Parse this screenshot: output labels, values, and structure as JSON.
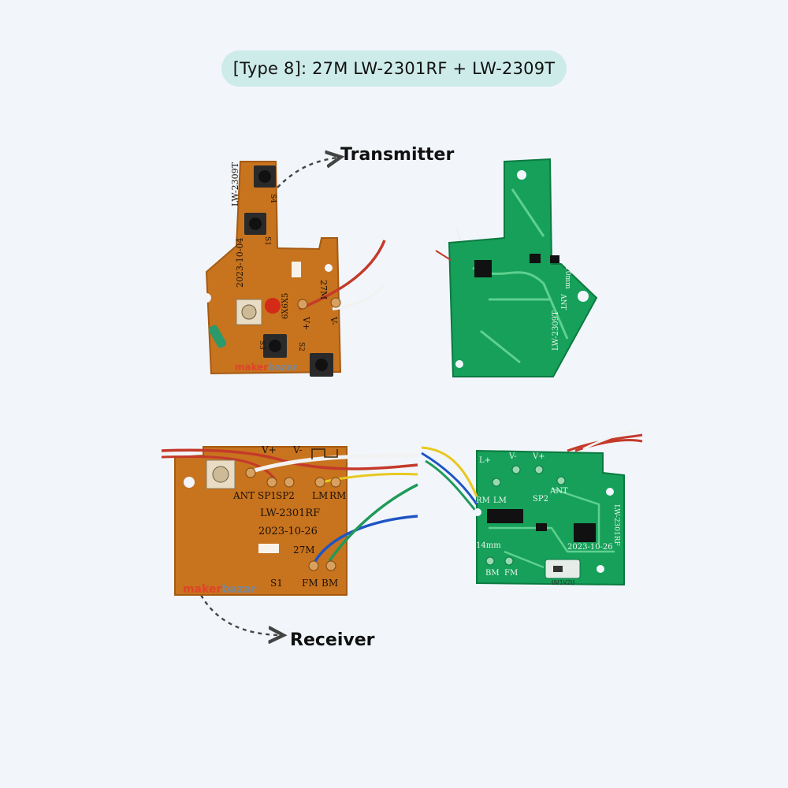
{
  "title": "[Type 8]: 27M LW-2301RF + LW-2309T",
  "labels": {
    "transmitter": "Transmitter",
    "receiver": "Receiver"
  },
  "transmitter_board": {
    "model": "LW-2309T",
    "date": "2023-10-04",
    "freq": "27M",
    "pads": [
      "V+",
      "V-"
    ],
    "switches": [
      "S1",
      "S2",
      "S3",
      "S4"
    ],
    "part": "6X6X5"
  },
  "transmitter_back": {
    "model": "LW-2309T",
    "size": "10mm",
    "ant": "ANT"
  },
  "receiver_board": {
    "model": "LW-2301RF",
    "date": "2023-10-26",
    "freq": "27M",
    "pads_top": [
      "V+",
      "V-"
    ],
    "pads_row": [
      "ANT",
      "SP1",
      "SP2",
      "LM",
      "RM"
    ],
    "pads_bottom": [
      "S1",
      "FM",
      "BM"
    ]
  },
  "receiver_back": {
    "model": "LW-2301RF",
    "date": "2023-10-26",
    "size": "14mm",
    "pads_row": [
      "RM",
      "LM",
      "SP2",
      "ANT"
    ],
    "pads_bottom": [
      "BM",
      "FM"
    ],
    "pads_top": [
      "L+",
      "V-",
      "V+"
    ],
    "chip": "UV1V2U"
  },
  "watermark": {
    "part1": "maker",
    "part2": "bazar"
  },
  "colors": {
    "pill": "#cdebe9",
    "background": "#f2f6fb",
    "pcb_orange": "#c8731e",
    "pcb_green": "#16a05a",
    "watermark_red": "#e0432a",
    "watermark_gray": "#7a8793"
  }
}
